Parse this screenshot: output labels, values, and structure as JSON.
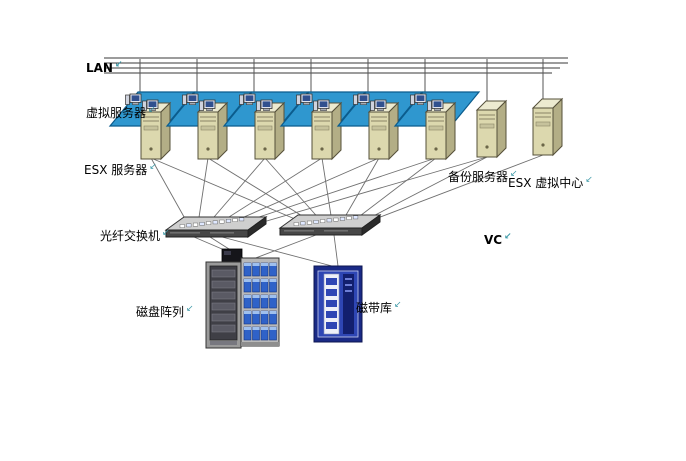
{
  "labels": {
    "mark": "↙",
    "lan": "LAN",
    "virtual_server": "虚拟服务器",
    "esx_server": "ESX 服务器",
    "backup_server": "备份服务器",
    "esx_virtual_center": "ESX 虚拟中心",
    "fiber_switch": "光纤交换机",
    "vc": "VC",
    "disk_array": "磁盘阵列",
    "tape_library": "磁带库"
  },
  "colors": {
    "virtual_layer_blue": "#2f97cf",
    "server_beige": "#dcd8ae",
    "switch_dark": "#474747",
    "disk_module_blue": "#2f62c8",
    "tape_library_navy": "#1a2a86",
    "connector_line": "#707070"
  }
}
